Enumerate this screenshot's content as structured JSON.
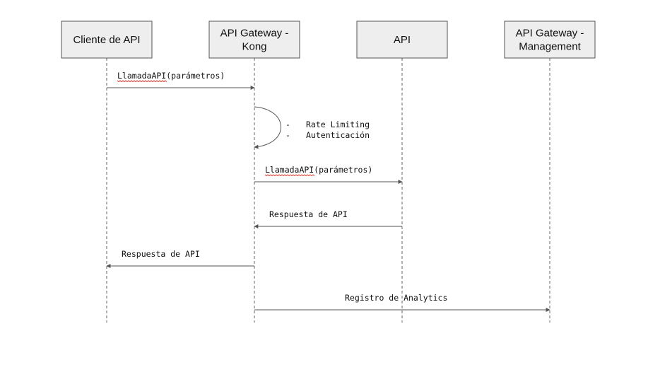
{
  "participants": [
    {
      "id": "cliente",
      "lines": [
        "Cliente de API"
      ]
    },
    {
      "id": "kong",
      "lines": [
        "API Gateway -",
        "Kong"
      ]
    },
    {
      "id": "api",
      "lines": [
        "API"
      ]
    },
    {
      "id": "management",
      "lines": [
        "API Gateway -",
        "Management"
      ]
    }
  ],
  "messages": [
    {
      "from": "cliente",
      "to": "kong",
      "label": "LlamadaAPI(parámetros)",
      "misspelled": "LlamadaAPI"
    },
    {
      "from": "kong",
      "to": "kong",
      "self": true,
      "notes": [
        "Rate Limiting",
        "Autenticación"
      ]
    },
    {
      "from": "kong",
      "to": "api",
      "label": "LlamadaAPI(parámetros)",
      "misspelled": "LlamadaAPI"
    },
    {
      "from": "api",
      "to": "kong",
      "label": "Respuesta de API"
    },
    {
      "from": "kong",
      "to": "cliente",
      "label": "Respuesta de API"
    },
    {
      "from": "kong",
      "to": "management",
      "label": "Registro de Analytics"
    }
  ],
  "colors": {
    "box_fill": "#eeeeee",
    "box_stroke": "#555555",
    "line": "#555555",
    "spellcheck": "#d93025"
  }
}
